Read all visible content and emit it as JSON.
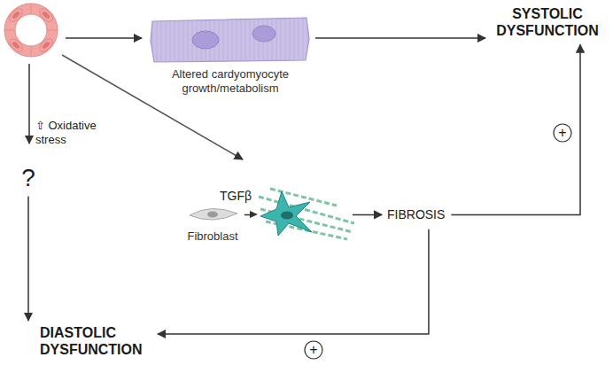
{
  "diagram": {
    "nodes": [
      {
        "text": [
          "Altered cardyomyocyte growth/metabolism"
        ]
      },
      {
        "text": [
          "SYSTOLIC DYSFUNCTION"
        ]
      },
      {
        "text": [
          "?"
        ]
      },
      {
        "text": [
          "Fibroblast"
        ]
      },
      {
        "text": [
          "FIBROSIS"
        ]
      },
      {
        "text": [
          "+"
        ]
      },
      {
        "text": [
          "DIASTOLIC DYSFUNCTION"
        ]
      },
      {
        "text": [
          "+"
        ]
      }
    ],
    "edges": [
      {
        "from": 0,
        "to": 1,
        "arrow": "to"
      },
      {
        "from": 2,
        "to": 6,
        "arrow": "to"
      },
      {
        "from": 3,
        "to": 4,
        "label": "TGFβ",
        "arrow": "to"
      },
      {
        "from": 4,
        "to": 1,
        "arrow": "to"
      },
      {
        "from": 4,
        "to": 6,
        "arrow": "to"
      }
    ],
    "labels": [
      "⇧ Oxidative stress"
    ]
  }
}
